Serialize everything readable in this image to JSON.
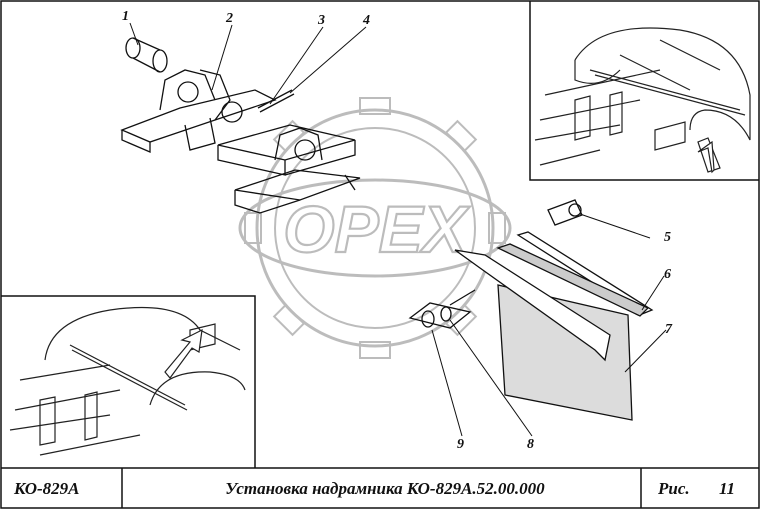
{
  "watermark": "OPEX",
  "callouts": [
    "1",
    "2",
    "3",
    "4",
    "5",
    "6",
    "7",
    "8",
    "9"
  ],
  "title_block": {
    "model": "КО-829А",
    "title": "Установка надрамника КО-829А.52.00.000",
    "figure_label": "Рис.",
    "figure_number": "11"
  }
}
